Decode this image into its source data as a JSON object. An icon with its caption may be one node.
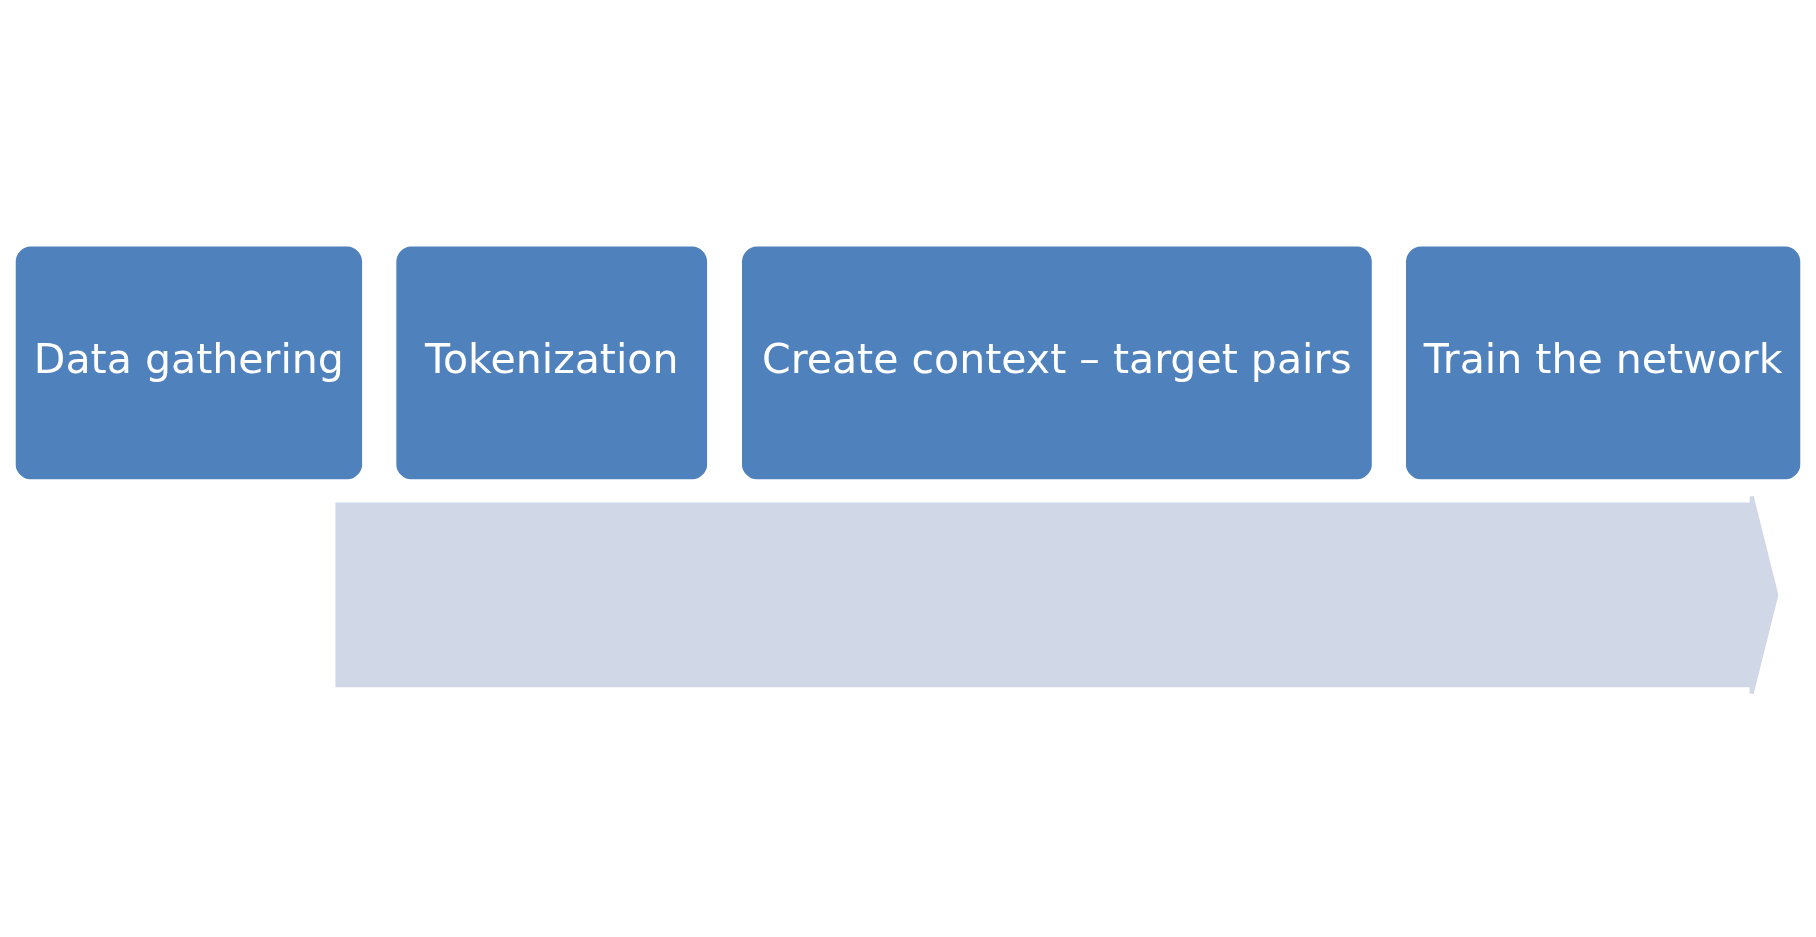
{
  "diagram": {
    "nodes": [
      {
        "text": [
          "Data gathering"
        ]
      },
      {
        "text": [
          "Tokenization"
        ]
      },
      {
        "text": [
          "Create context – target pairs"
        ]
      },
      {
        "text": [
          "Train the network"
        ]
      },
      {
        "text": [],
        "shape": "arrow"
      }
    ]
  }
}
